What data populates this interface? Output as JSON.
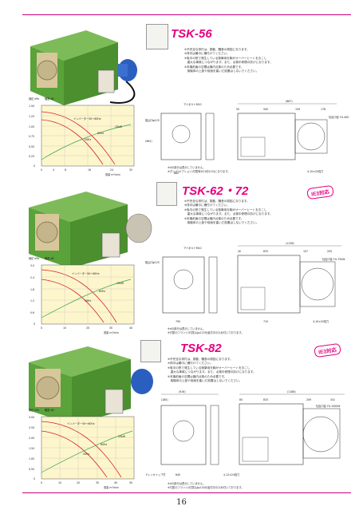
{
  "page_number": "16",
  "sections": [
    {
      "model": "TSK-56",
      "badge": "",
      "notes": [
        "※不完全な排付は、振動、騒音の原因になります。",
        "※排中は暖中に確付けてください。",
        "※吸中の熱で発生している衝撃用を胸がオーバーヒートをおこし",
        "　重大な事故につながります。また、点検中修理の妨げになります。",
        "※本機前面の空間は機内点検のため必要です。",
        "　風機体の上部や前面を塞いだ設置はしないでください。"
      ],
      "footnotes": [
        "※dの部分は表示していません。",
        "※ダンパ(オプション)付属時が(1約125)になります。"
      ],
      "chart": {
        "y_left_label": "静圧 kPa",
        "y_right_label": "騒音 dB",
        "y_left_ticks": [
          "1.50",
          "1.25",
          "1.00",
          "0.75",
          "0.50",
          "0.25",
          "0"
        ],
        "x_ticks": [
          "0",
          "4",
          "8",
          "16",
          "24",
          "32"
        ],
        "x_label": "風量 m³/min",
        "legend": "インバーター50～60Hz",
        "curve_labels": [
          "50Hz",
          "60Hz",
          "15kW"
        ]
      },
      "dims": [
        "(887)",
        "50",
        "500",
        "159",
        "178",
        "吸込口φ125",
        "アイボルトM10",
        "(962)",
        "882",
        "4-10×20長穴",
        "吐出口径 YU-400"
      ]
    },
    {
      "model": "TSK-62・72",
      "badge": "IE3対応",
      "notes": [
        "※不完全な排付は、振動、騒音の原因になります。",
        "※排中は暖中に確付けてください。",
        "※吸中の熱で発生している衝撃用を胸がオーバーヒートをおこし",
        "　重大な事故につながります。また、点検中修理の妨げになります。",
        "※本機前面の空間は機内点検のため必要です。",
        "　風機体の上部や前面を塞いだ設置はしないでください。"
      ],
      "footnotes": [
        "※dの部分は表示していません。",
        "※付属のフランジ(付属)はφ125を組付中のため付いております。"
      ],
      "chart": {
        "y_left_label": "静圧 kPa",
        "y_right_label": "騒音 dB",
        "y_left_ticks": [
          "3.0",
          "2.4",
          "1.8",
          "1.2",
          "0.6",
          "0"
        ],
        "x_ticks": [
          "0",
          "10",
          "20",
          "30",
          "40"
        ],
        "x_label": "風量 m³/min",
        "legend": "インバーター50～60Hz",
        "curve_labels": [
          "50Hz",
          "60Hz",
          "15kW"
        ]
      },
      "dims": [
        "(1138)",
        "40",
        "833",
        "107",
        "205",
        "吸込口φ125",
        "アイボルトM10",
        "790",
        "710",
        "4-10×20長穴",
        "吐出口径 YU-750W"
      ]
    },
    {
      "model": "TSK-82",
      "badge": "IE3対応",
      "notes": [
        "※不完全な排付は、振動、騒音の原因になります。",
        "※排中は暖中に確付けてください。",
        "※吸中の熱で発生している衝撃用を胸がオーバーヒートをおこし",
        "　重大な事故につながります。また、点検中修理の妨げになります。",
        "※本機前面の空間は機内点検のため必要です。",
        "　風機体の上部や前面を塞いだ設置はしないでください。"
      ],
      "footnotes": [
        "※dの部分は表示していません。",
        "※付属のフランジ(付属)はφ150を組付中のため付いております。"
      ],
      "chart": {
        "y_left_label": "静圧 kPa",
        "y_right_label": "騒音 dB",
        "y_left_ticks": [
          "3.00",
          "2.50",
          "2.00",
          "1.50",
          "1.00",
          "0.50",
          "0"
        ],
        "x_ticks": [
          "0",
          "10",
          "20",
          "30",
          "40",
          "50"
        ],
        "x_label": "風量 m³/min",
        "legend": "インバーター50～60Hz",
        "curve_labels": [
          "50Hz",
          "60Hz",
          "15kW"
        ]
      },
      "dims": [
        "(916)",
        "(180)",
        "840",
        "(1188)",
        "85",
        "833",
        "209",
        "341",
        "4-12×24長穴",
        "吐出口径 YU-1500W",
        "ドレンキャップ付"
      ]
    }
  ],
  "colors": {
    "accent": "#e4007f",
    "machine_green": "#5aa23a",
    "machine_beige": "#d8c79a",
    "chart_bg": "#fdf6cc",
    "curve_red": "#d9232d",
    "curve_green": "#3aa34a"
  }
}
